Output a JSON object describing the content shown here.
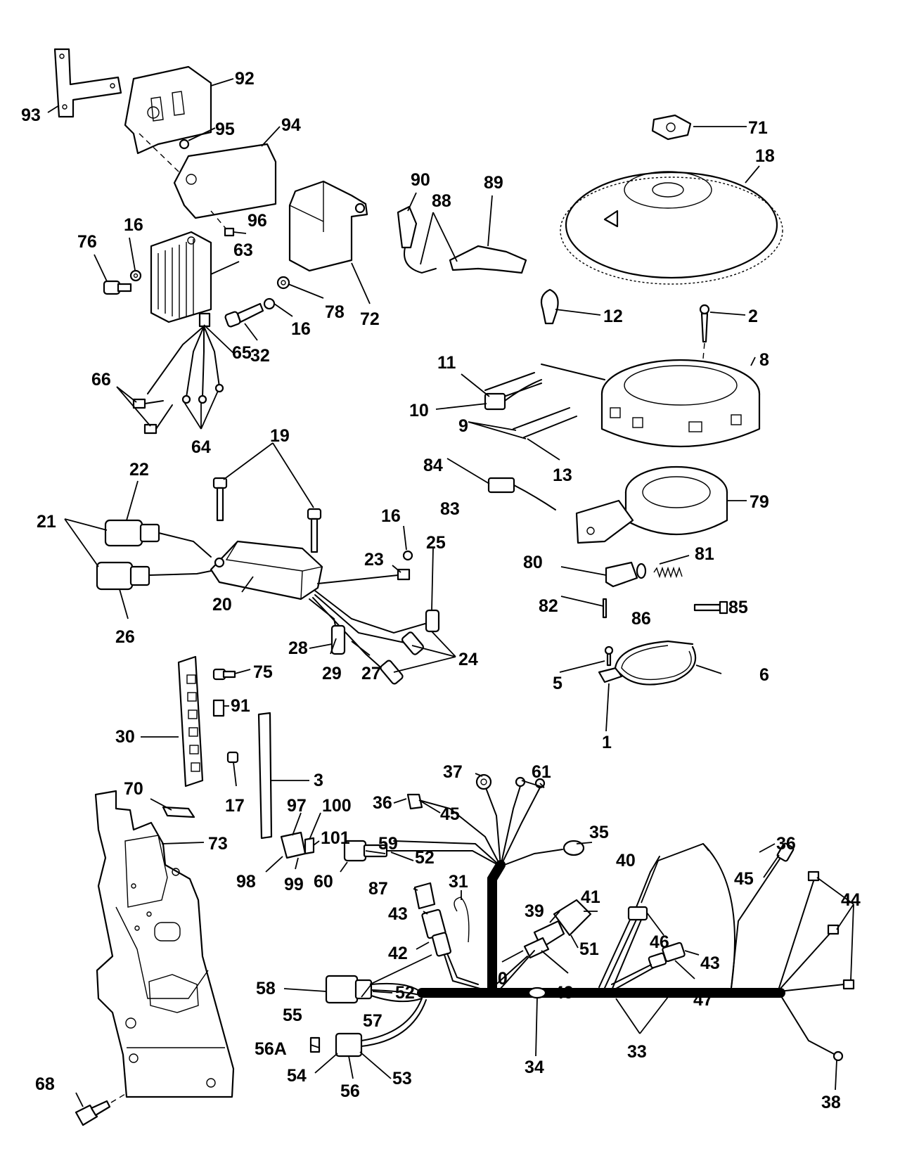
{
  "labels": {
    "l93": "93",
    "l92": "92",
    "l95": "95",
    "l94": "94",
    "l96": "96",
    "l16a": "16",
    "l76": "76",
    "l63": "63",
    "l32": "32",
    "l16b": "16",
    "l78": "78",
    "l72": "72",
    "l90": "90",
    "l88": "88",
    "l89": "89",
    "l71": "71",
    "l18": "18",
    "l12": "12",
    "l2": "2",
    "l65": "65",
    "l66": "66",
    "l64": "64",
    "l11": "11",
    "l10": "10",
    "l9": "9",
    "l13": "13",
    "l8": "8",
    "l84": "84",
    "l83": "83",
    "l79": "79",
    "l19": "19",
    "l22": "22",
    "l21": "21",
    "l26": "26",
    "l20": "20",
    "l16c": "16",
    "l23": "23",
    "l25": "25",
    "l24": "24",
    "l28": "28",
    "l29": "29",
    "l27": "27",
    "l80": "80",
    "l81": "81",
    "l82": "82",
    "l86": "86",
    "l85": "85",
    "l5": "5",
    "l6": "6",
    "l1": "1",
    "l75": "75",
    "l91": "91",
    "l30": "30",
    "l17": "17",
    "l3": "3",
    "l70": "70",
    "l73": "73",
    "l97": "97",
    "l100": "100",
    "l101": "101",
    "l98": "98",
    "l99": "99",
    "l37": "37",
    "l61": "61",
    "l36a": "36",
    "l45a": "45",
    "l35": "35",
    "l59": "59",
    "l52a": "52",
    "l60": "60",
    "l87": "87",
    "l31": "31",
    "l43a": "43",
    "l42": "42",
    "l39": "39",
    "l41": "41",
    "l51": "51",
    "l50": "50",
    "l49": "49",
    "l40": "40",
    "l46": "46",
    "l36b": "36",
    "l45b": "45",
    "l43b": "43",
    "l47": "47",
    "l44": "44",
    "l58": "58",
    "l52b": "52",
    "l55": "55",
    "l57": "57",
    "l56A": "56A",
    "l54": "54",
    "l56": "56",
    "l53": "53",
    "l34": "34",
    "l33": "33",
    "l38": "38",
    "l68": "68"
  }
}
